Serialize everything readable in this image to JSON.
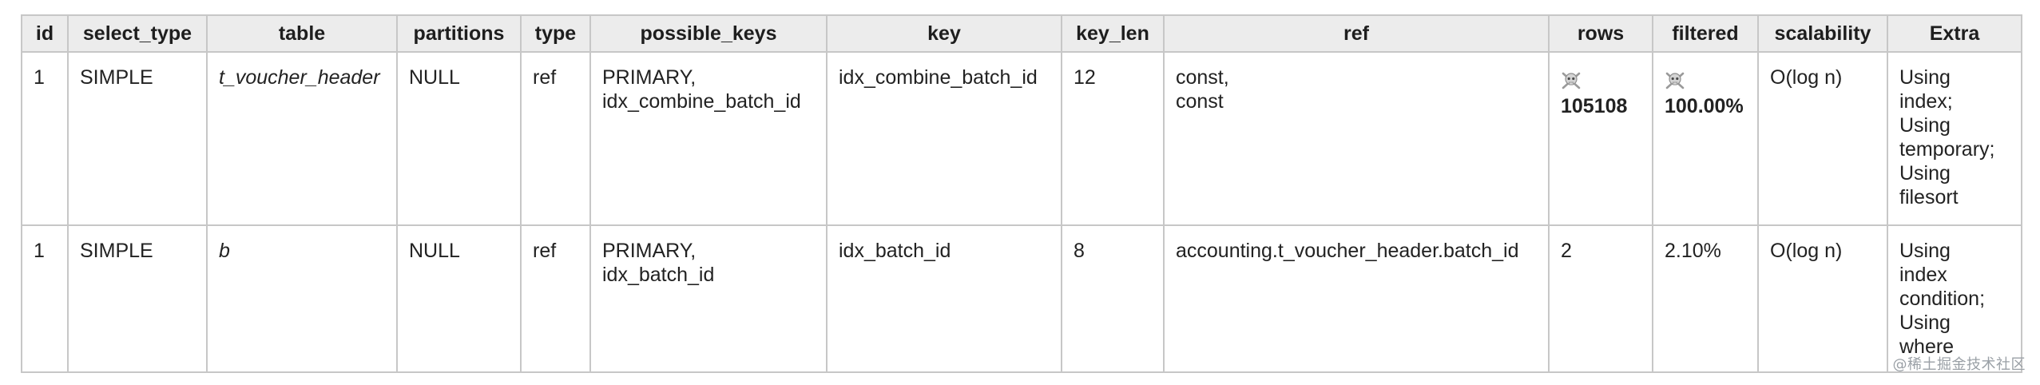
{
  "table": {
    "headers": [
      "id",
      "select_type",
      "table",
      "partitions",
      "type",
      "possible_keys",
      "key",
      "key_len",
      "ref",
      "rows",
      "filtered",
      "scalability",
      "Extra"
    ],
    "rows": [
      {
        "id": "1",
        "select_type": "SIMPLE",
        "table": "t_voucher_header",
        "partitions": "NULL",
        "type": "ref",
        "possible_keys": "PRIMARY,\nidx_combine_batch_id",
        "key": "idx_combine_batch_id",
        "key_len": "12",
        "ref": "const,\nconst",
        "rows": "105108",
        "filtered": "100.00%",
        "scalability": "O(log n)",
        "extra": "Using\nindex;\nUsing\ntemporary;\nUsing\nfilesort"
      },
      {
        "id": "1",
        "select_type": "SIMPLE",
        "table": "b",
        "partitions": "NULL",
        "type": "ref",
        "possible_keys": "PRIMARY,\nidx_batch_id",
        "key": "idx_batch_id",
        "key_len": "8",
        "ref": "accounting.t_voucher_header.batch_id",
        "rows": "2",
        "filtered": "2.10%",
        "scalability": "O(log n)",
        "extra": "Using\nindex\ncondition;\nUsing\nwhere"
      }
    ],
    "warning_icon": "skull-crossbones-icon"
  },
  "watermark": "@稀土掘金技术社区"
}
